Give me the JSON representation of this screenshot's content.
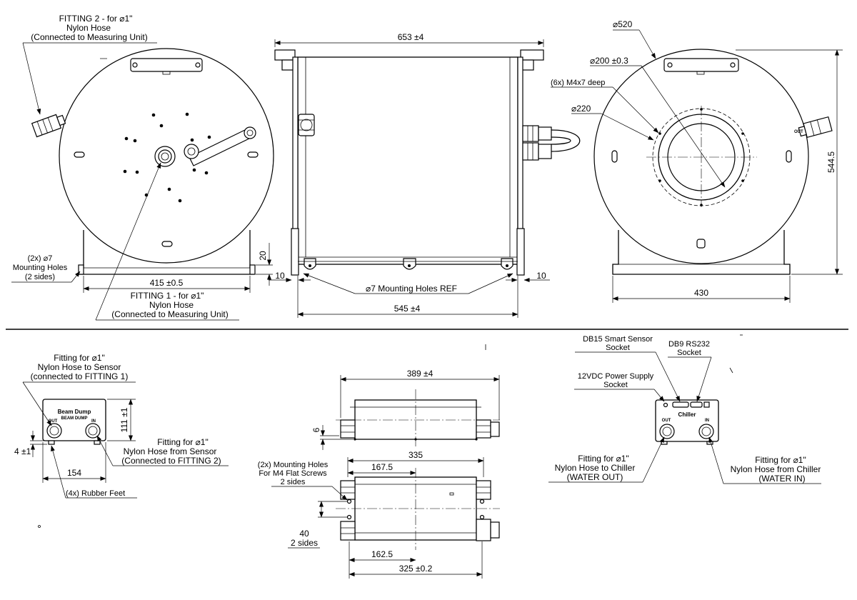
{
  "top_view_left": {
    "fitting2": [
      "FITTING 2 -  for ⌀1\"",
      "Nylon Hose",
      "(Connected to Measuring Unit)"
    ],
    "fitting1": [
      "FITTING 1 - for ⌀1\"",
      "Nylon Hose",
      "(Connected to Measuring Unit)"
    ],
    "mount_holes": [
      "(2x) ⌀7",
      "Mounting Holes",
      "(2 sides)"
    ],
    "dim_width": "415 ±0.5",
    "dim_20": "20",
    "dim_10_left": "10"
  },
  "top_view_side": {
    "dim_653": "653 ±4",
    "dim_545": "545 ±4",
    "holes_ref": "⌀7 Mounting Holes REF",
    "dim_10_right": "10"
  },
  "top_view_right": {
    "d520": "⌀520",
    "d200": "⌀200 ±0.3",
    "m4": "(6x) M4x7 deep",
    "d220": "⌀220",
    "height": "544.5",
    "width": "430",
    "out_label": "OUT"
  },
  "beam_dump": {
    "fit_sensor": [
      "Fitting for ⌀1\"",
      "Nylon Hose to Sensor",
      "(connected to FITTING 1)"
    ],
    "fit_from": [
      "Fitting for ⌀1\"",
      "Nylon Hose from Sensor",
      "(Connected to FITTING 2)"
    ],
    "title": "Beam Dump",
    "sub": "BEAM DUMP",
    "out": "OUT",
    "in": "IN",
    "h111": "111 ±1",
    "h4": "4 ±1",
    "w154": "154",
    "feet": "(4x) Rubber Feet"
  },
  "chiller_top": {
    "dim_389": "389 ±4",
    "dim_6": "6",
    "dim_335": "335",
    "dim_1675": "167.5",
    "holes": [
      "(2x) Mounting Holes",
      "For M4 Flat Screws",
      "2 sides"
    ],
    "dim_40": [
      "40",
      "2 sides"
    ],
    "dim_1625": "162.5",
    "dim_325": "325 ±0.2"
  },
  "chiller_front": {
    "db15": [
      "DB15 Smart Sensor",
      "Socket"
    ],
    "db9": [
      "DB9 RS232",
      "Socket"
    ],
    "power": [
      "12VDC Power Supply",
      "Socket"
    ],
    "title": "Chiller",
    "water_out": [
      "Fitting for ⌀1\"",
      "Nylon Hose to Chiller",
      "(WATER OUT)"
    ],
    "water_in": [
      "Fitting for ⌀1\"",
      "Nylon Hose from Chiller",
      "(WATER IN)"
    ],
    "out": "OUT",
    "in": "IN"
  }
}
